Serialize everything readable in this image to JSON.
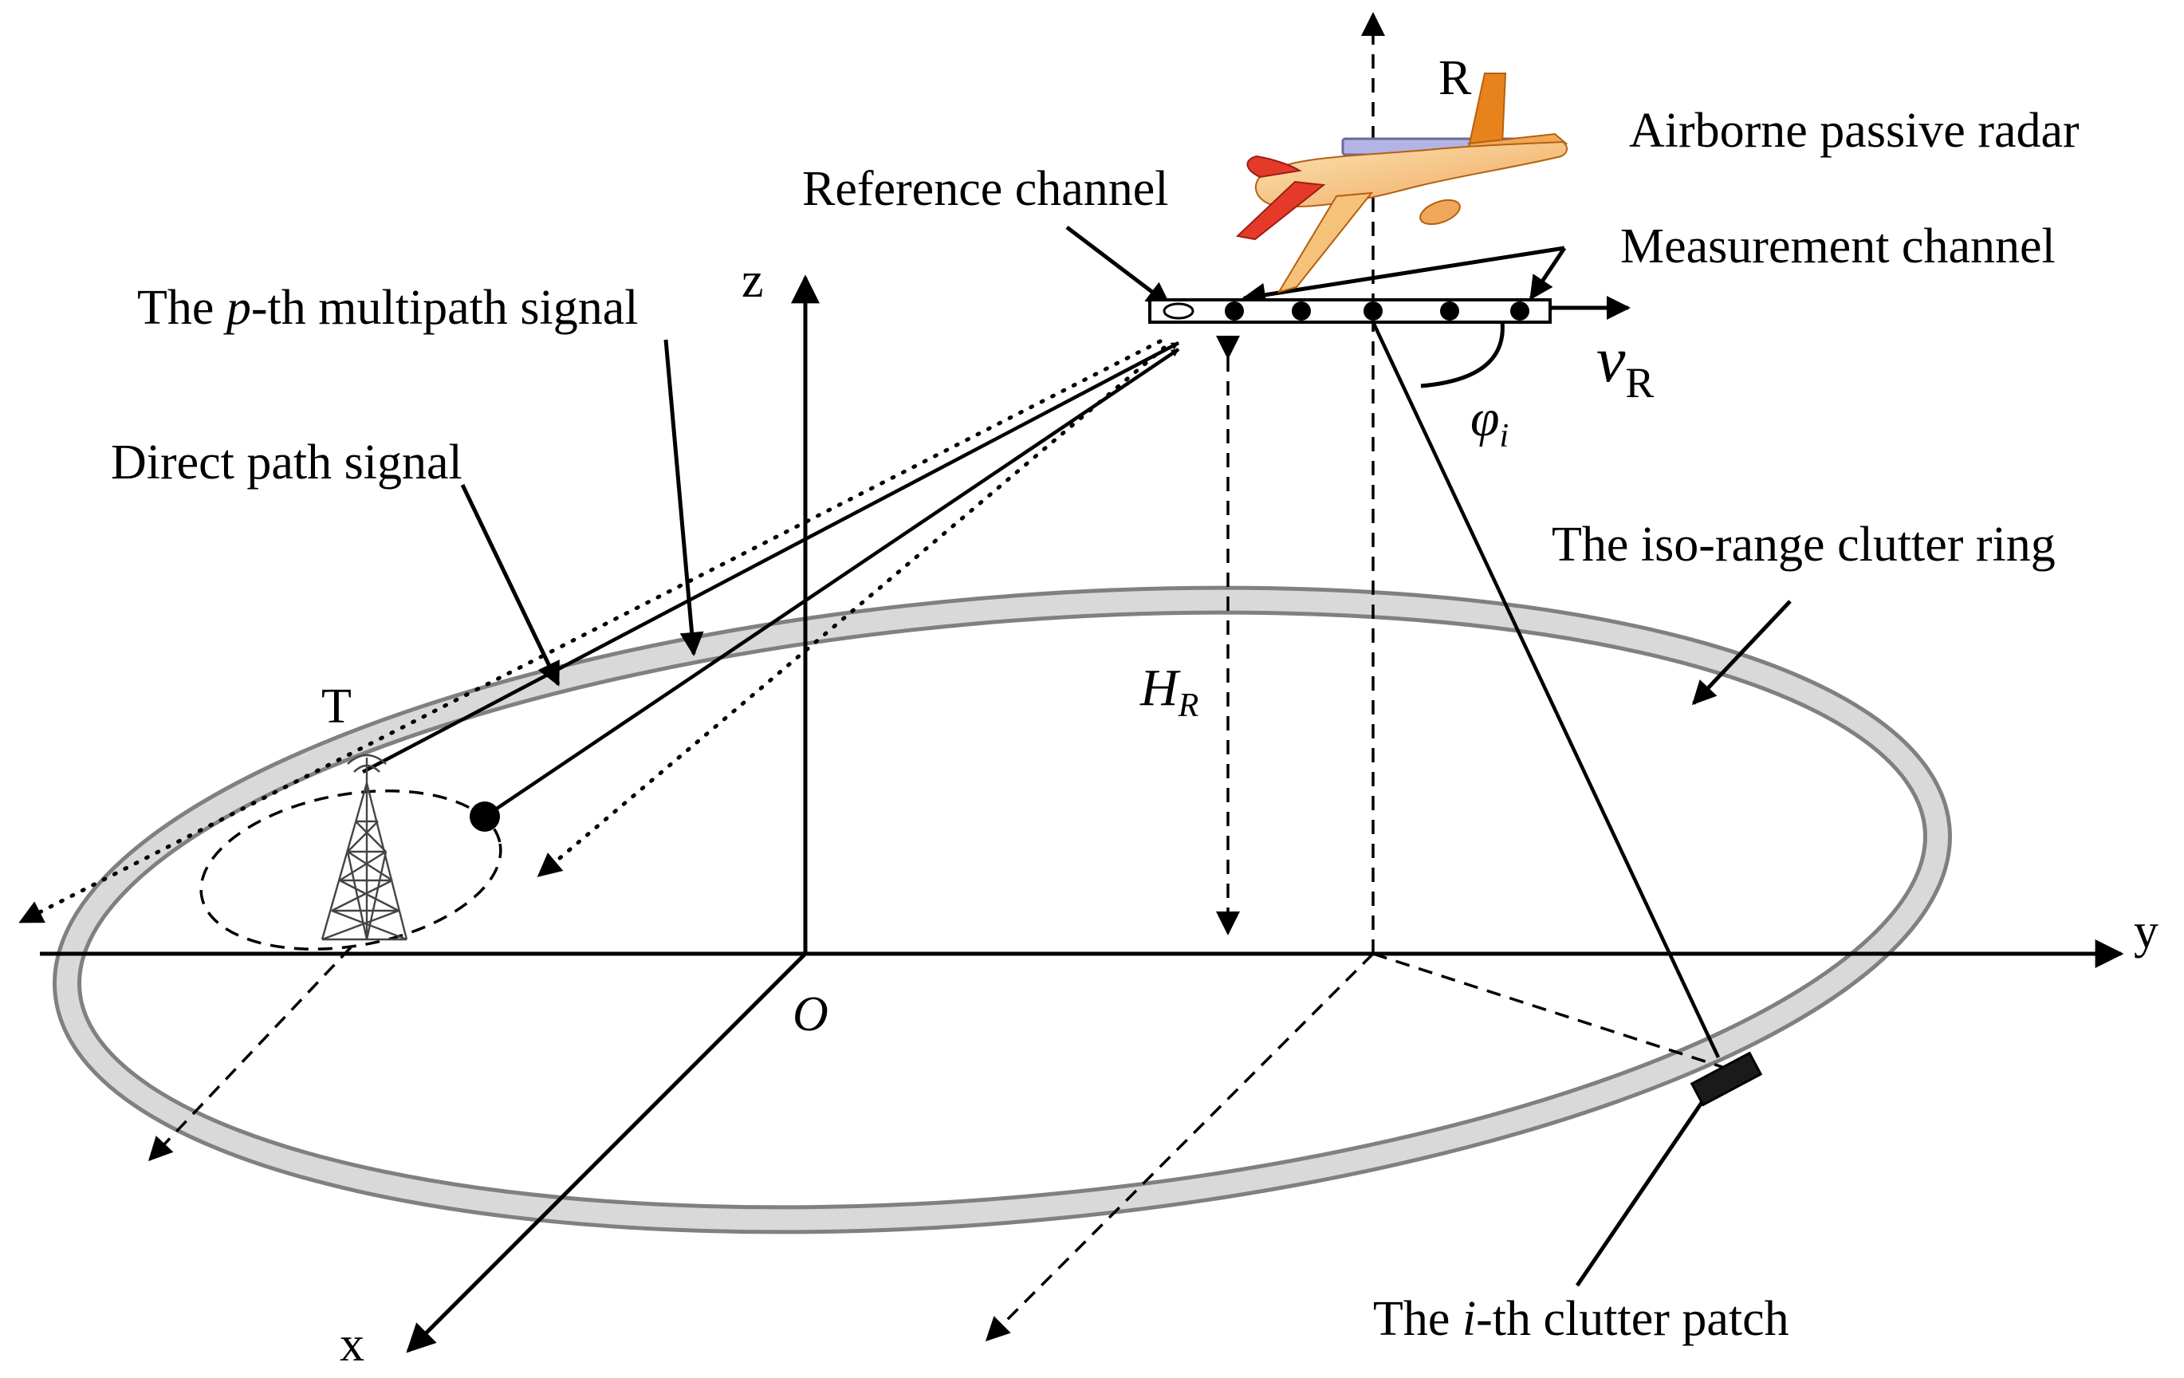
{
  "labels": {
    "reference_channel": "Reference channel",
    "airborne_passive_radar": "Airborne passive radar",
    "measurement_channel": "Measurement channel",
    "multipath_prefix": "The ",
    "multipath_p": "p",
    "multipath_suffix": "-th multipath signal",
    "direct_path": "Direct path signal",
    "iso_range_ring": "The iso-range clutter ring",
    "clutter_patch_prefix": "The ",
    "clutter_patch_i": "i",
    "clutter_patch_suffix": "-th clutter patch",
    "transmitter": "T",
    "receiver": "R",
    "velocity": "v",
    "velocity_sub": "R",
    "angle": "φ",
    "angle_sub": "i",
    "height": "H",
    "height_sub": "R",
    "axis_z": "z",
    "axis_y": "y",
    "axis_x": "x",
    "origin": "O"
  },
  "colors": {
    "ring_fill": "#d9d9d9",
    "ring_edge": "#808080",
    "platform": "#b3b3e6",
    "plane_body": "#f5c27a",
    "plane_tail": "#e8821c",
    "plane_red": "#e53a2a"
  }
}
